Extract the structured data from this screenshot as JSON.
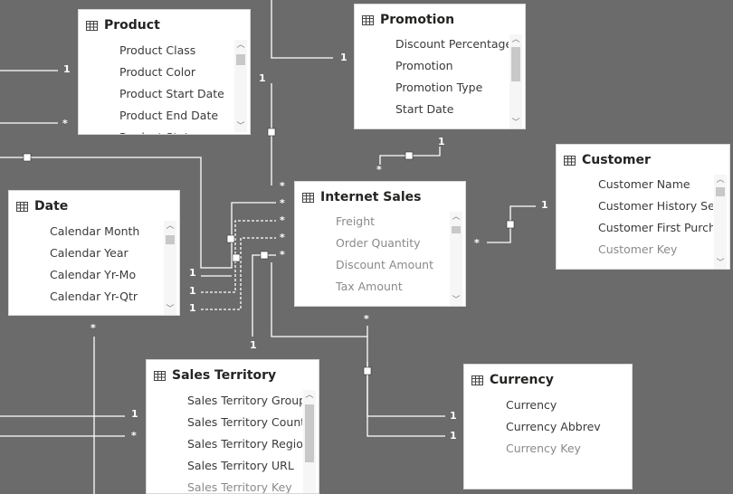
{
  "tables": {
    "product": {
      "title": "Product",
      "fields": [
        "Product Class",
        "Product Color",
        "Product Start Date",
        "Product End Date",
        "Product Status"
      ]
    },
    "promotion": {
      "title": "Promotion",
      "fields": [
        "Discount Percentage",
        "Promotion",
        "Promotion Type",
        "Start Date"
      ]
    },
    "customer": {
      "title": "Customer",
      "fields": [
        "Customer Name",
        "Customer History Segment",
        "Customer First Purchase",
        "Customer Key"
      ]
    },
    "date": {
      "title": "Date",
      "fields": [
        "Calendar Month",
        "Calendar Year",
        "Calendar Yr-Mo",
        "Calendar Yr-Qtr"
      ]
    },
    "internet_sales": {
      "title": "Internet Sales",
      "fields": [
        "Freight",
        "Order Quantity",
        "Discount Amount",
        "Tax Amount"
      ]
    },
    "sales_territory": {
      "title": "Sales Territory",
      "fields": [
        "Sales Territory Group",
        "Sales Territory Country",
        "Sales Territory Region",
        "Sales Territory URL",
        "Sales Territory Key"
      ]
    },
    "currency": {
      "title": "Currency",
      "fields": [
        "Currency",
        "Currency Abbrev",
        "Currency Key"
      ]
    }
  },
  "cardinality": {
    "one": "1",
    "many": "*"
  },
  "colors": {
    "canvas": "#6b6b6b",
    "line": "#ffffff",
    "card": "#ffffff"
  }
}
